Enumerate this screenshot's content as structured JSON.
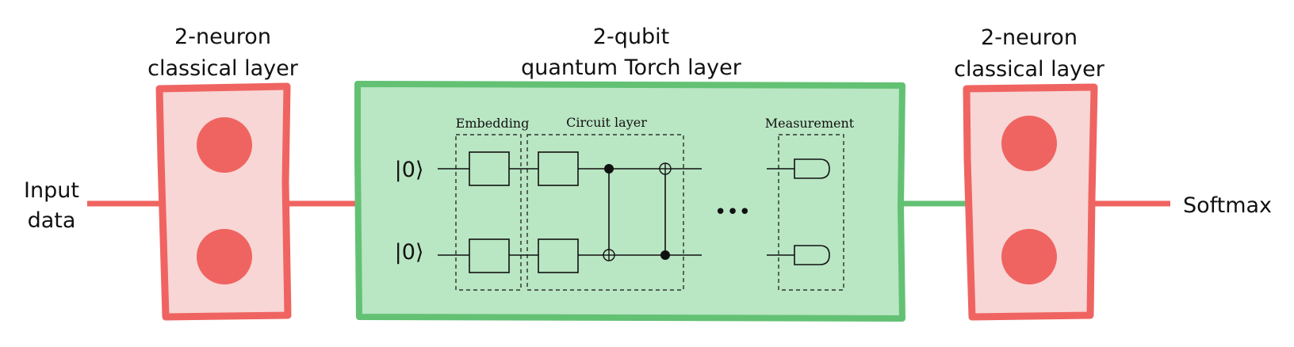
{
  "colors": {
    "classical_border": "#ef6461",
    "classical_fill": "#f8d6d5",
    "neuron": "#ef6461",
    "quantum_border": "#63c174",
    "quantum_fill": "#b9e6c3",
    "line": "#111111"
  },
  "labels": {
    "input": [
      "Input",
      "data"
    ],
    "output": "Softmax",
    "classical_left": [
      "2-neuron",
      "classical layer"
    ],
    "classical_right": [
      "2-neuron",
      "classical layer"
    ],
    "quantum": [
      "2-qubit",
      "quantum Torch layer"
    ],
    "embedding": "Embedding",
    "circuit_layer": "Circuit layer",
    "measurement": "Measurement",
    "ket": "|0⟩",
    "ellipsis": "•••"
  }
}
